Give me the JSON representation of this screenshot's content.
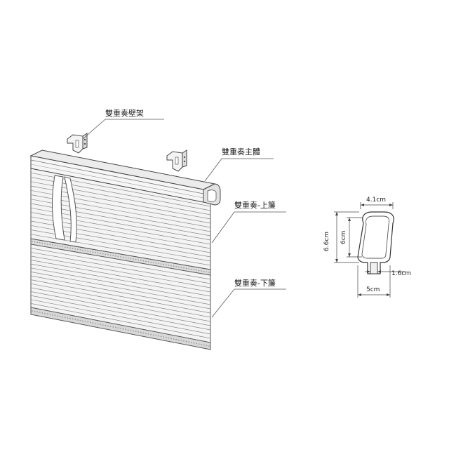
{
  "labels": {
    "bracket": "雙重奏壁架",
    "headrail": "雙重奏主體",
    "upper_shade": "雙重奏-上簾",
    "lower_shade": "雙重奏-下簾"
  },
  "dimensions": {
    "top_width": "4.1cm",
    "outer_height": "6.6cm",
    "inner_height": "6cm",
    "slot_width": "1.6cm",
    "bottom_width": "5cm"
  },
  "colors": {
    "line": "#444444",
    "fabric_fill": "#f3f3f3",
    "pleat_line": "#8a8a8a",
    "rail_fill": "#e6e6e6",
    "bottom_rail_dots": "#9a9a9a"
  }
}
